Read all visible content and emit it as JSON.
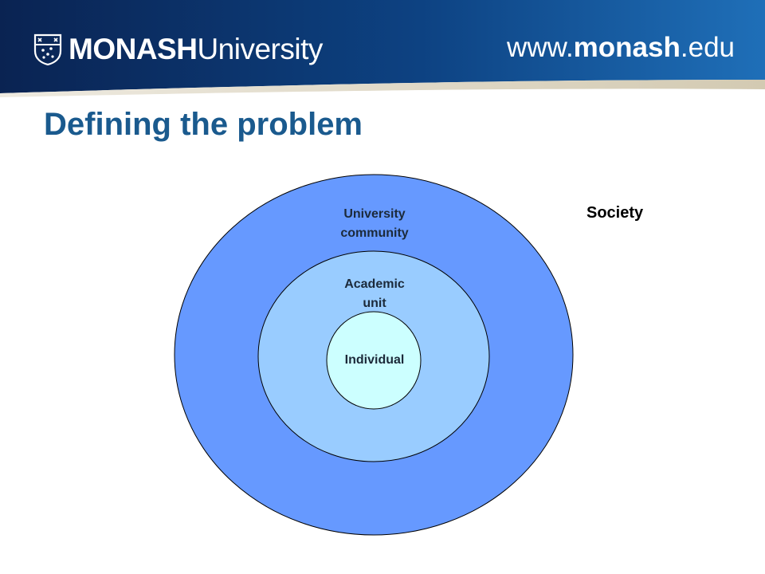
{
  "header": {
    "logo_brand": "MONASH",
    "logo_suffix": "University",
    "url_prefix": "www.",
    "url_domain": "monash",
    "url_suffix": ".edu",
    "colors": {
      "dark_blue": "#0a2a5a",
      "bright_blue": "#1f6fb8",
      "swoosh_beige": "#d9d2bf"
    }
  },
  "slide": {
    "title": "Defining the problem",
    "title_color": "#1a5a8e"
  },
  "diagram": {
    "outer_label": "Society",
    "rings": [
      {
        "label": "University\ncommunity",
        "color": "#6699ff"
      },
      {
        "label": "Academic\nunit",
        "color": "#99ccff"
      },
      {
        "label": "Individual",
        "color": "#ccffff"
      }
    ]
  }
}
